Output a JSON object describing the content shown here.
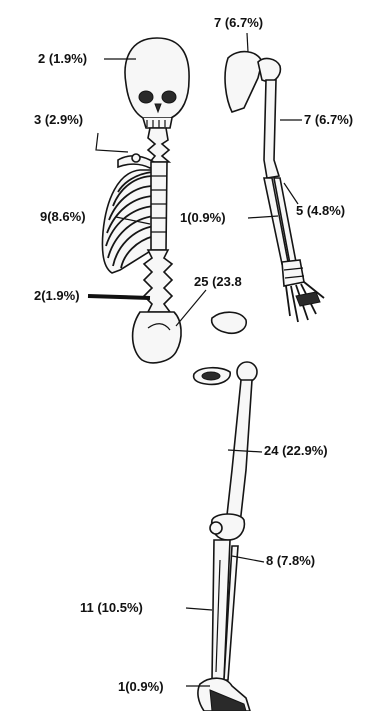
{
  "labels": {
    "skull": "2 (1.9%)",
    "humerus_top": "7 (6.7%)",
    "humerus_shaft": "7 (6.7%)",
    "clavicle": "3 (2.9%)",
    "ribs": "9(8.6%)",
    "forearm_ulna": "1(0.9%)",
    "forearm_radius": "5 (4.8%)",
    "spine": "2(1.9%)",
    "hip": "25 (23.8",
    "femur": "24 (22.9%)",
    "fibula": "8 (7.8%)",
    "tibia": "11 (10.5%)",
    "ankle": "1(0.9%)"
  }
}
